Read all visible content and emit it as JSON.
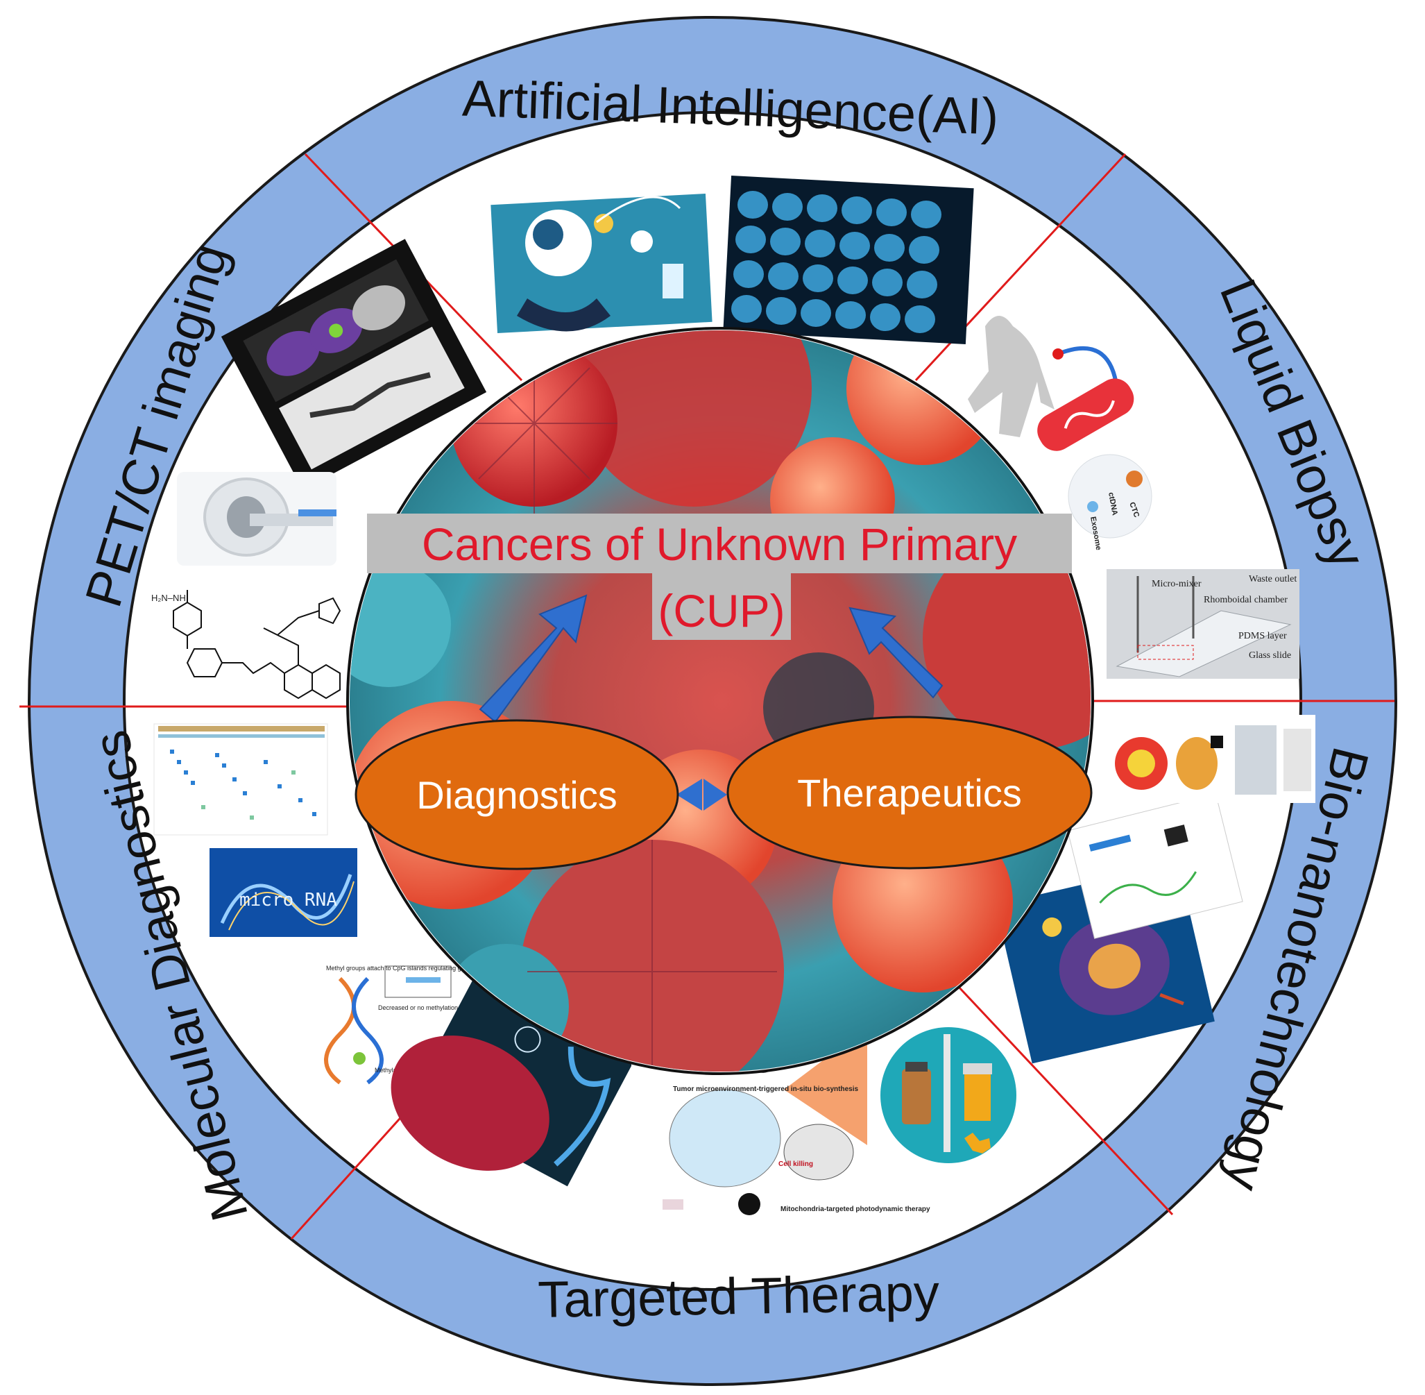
{
  "center": {
    "title_line1": "Cancers of Unknown Primary",
    "title_line2": "(CUP)"
  },
  "ovals": {
    "left": "Diagnostics",
    "right": "Therapeutics"
  },
  "ring_segments": [
    {
      "label": "Artificial Intelligence(AI)"
    },
    {
      "label": "Liquid Biopsy"
    },
    {
      "label": "Bio-nanotechnology"
    },
    {
      "label": "Targeted Therapy"
    },
    {
      "label": "Molecular Diagnostics"
    },
    {
      "label": "PET/CT imaging"
    }
  ],
  "image_texts": {
    "micro_rna": "micro RNA",
    "ctc": "CTC",
    "ctdna": "ctDNA",
    "exosome": "Exosome",
    "micro_mixer": "Micro-mixer",
    "waste_outlet": "Waste outlet",
    "rhomboidal_chamber": "Rhomboidal chamber",
    "pdms_layer": "PDMS layer",
    "glass_slide": "Glass slide",
    "tumor_text": "Tumor microenvironment-triggered in-situ bio-synthesis",
    "mito_text": "Mitochondria-targeted photodynamic therapy",
    "cell_killing": "Cell killing",
    "methyl_text": "Methyl groups attach to CpG islands regulating gene expression",
    "decreased_text": "Decreased or no methylation in active gene expression",
    "methylation_inhibits": "Methylation inhibits gene expression"
  },
  "colors": {
    "ring_fill": "#8aaee3",
    "ring_border": "#1a1a1a",
    "divider": "#e01b1b",
    "oval_fill": "#e06a0e",
    "arrow_fill": "#2f6fcf",
    "title_bg": "#bdbdbd",
    "title_color": "#e0192b"
  }
}
